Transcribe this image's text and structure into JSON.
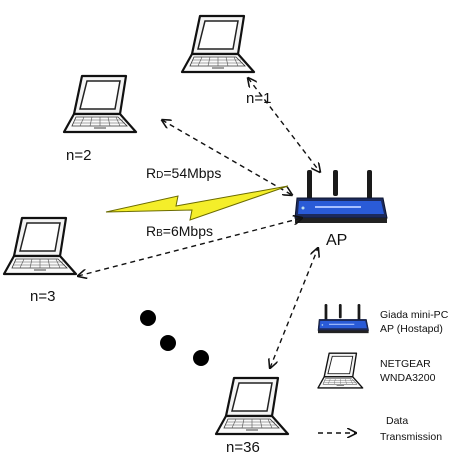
{
  "nodes": {
    "n1": "n=1",
    "n2": "n=2",
    "n3": "n=3",
    "n36": "n=36",
    "ap": "AP"
  },
  "rates": {
    "data_prefix": "R",
    "data_sub": "D",
    "data_value": "=54Mbps",
    "beacon_prefix": "R",
    "beacon_sub": "B",
    "beacon_value": "=6Mbps"
  },
  "legend": {
    "router_line1": "Giada mini-PC",
    "router_line2": "AP (Hostapd)",
    "laptop_line1": "NETGEAR",
    "laptop_line2": "WNDA3200",
    "arrow_line1": "Data",
    "arrow_line2": "Transmission"
  },
  "icons": {
    "laptop": "laptop-icon",
    "router": "wireless-router-icon",
    "lightning": "lightning-bolt-icon",
    "ellipsis": "ellipsis-dots"
  },
  "colors": {
    "router_blue": "#2a5bd7",
    "lightning_yellow": "#f4ee2a"
  }
}
